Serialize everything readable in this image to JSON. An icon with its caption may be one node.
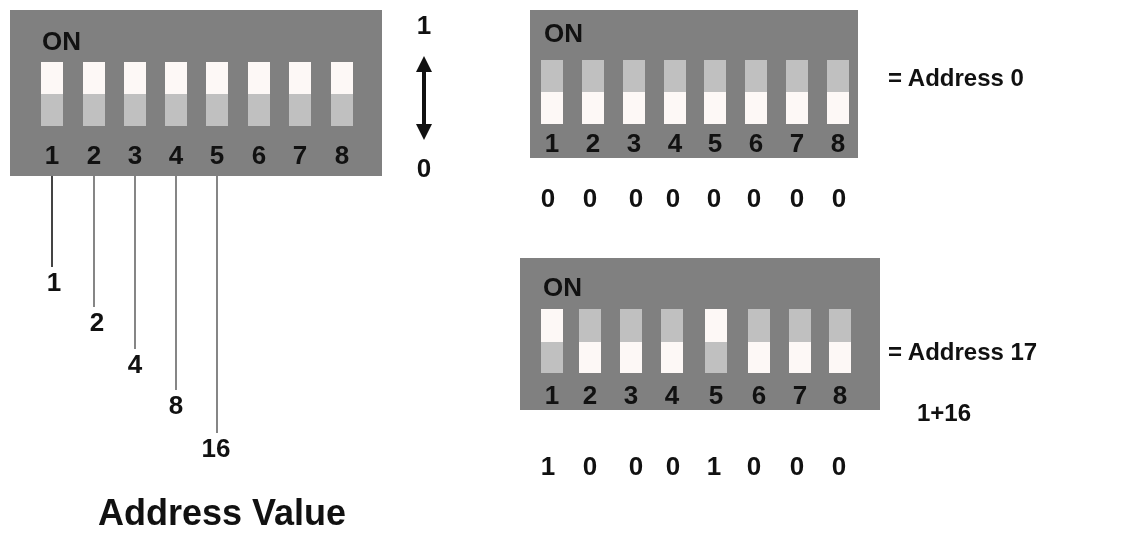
{
  "diagram": {
    "nodes": [
      {
        "text": [
          "ON"
        ]
      },
      {
        "text": [
          "1"
        ],
        "in": 0
      },
      {
        "text": [
          "2"
        ],
        "in": 0
      },
      {
        "text": [
          "3"
        ],
        "in": 0
      },
      {
        "text": [
          "4"
        ],
        "in": 0
      },
      {
        "text": [
          "5"
        ],
        "in": 0
      },
      {
        "text": [
          "6"
        ],
        "in": 0
      },
      {
        "text": [
          "7"
        ],
        "in": 0
      },
      {
        "text": [
          "8"
        ],
        "in": 0
      },
      {
        "text": [
          "1"
        ]
      },
      {
        "text": [
          "2"
        ]
      },
      {
        "text": [
          "4"
        ]
      },
      {
        "text": [
          "8"
        ]
      },
      {
        "text": [
          "16"
        ]
      },
      {
        "text": [
          "ON"
        ]
      },
      {
        "text": [
          "1"
        ],
        "in": 14
      },
      {
        "text": [
          "2"
        ],
        "in": 14
      },
      {
        "text": [
          "3"
        ],
        "in": 14
      },
      {
        "text": [
          "4"
        ],
        "in": 14
      },
      {
        "text": [
          "5"
        ],
        "in": 14
      },
      {
        "text": [
          "6"
        ],
        "in": 14
      },
      {
        "text": [
          "7"
        ],
        "in": 14
      },
      {
        "text": [
          "8"
        ],
        "in": 14
      },
      {
        "text": [
          "ON"
        ]
      },
      {
        "text": [
          "1"
        ],
        "in": 23
      },
      {
        "text": [
          "2"
        ],
        "in": 23
      },
      {
        "text": [
          "3"
        ],
        "in": 23
      },
      {
        "text": [
          "4"
        ],
        "in": 23
      },
      {
        "text": [
          "5"
        ],
        "in": 23
      },
      {
        "text": [
          "6"
        ],
        "in": 23
      },
      {
        "text": [
          "7"
        ],
        "in": 23
      },
      {
        "text": [
          "8"
        ],
        "in": 23
      }
    ],
    "edges": [
      {
        "from": 9,
        "to": 1,
        "arrow": "none"
      },
      {
        "from": 10,
        "to": 2,
        "arrow": "none"
      },
      {
        "from": 11,
        "to": 3,
        "arrow": "none"
      },
      {
        "from": 12,
        "to": 4,
        "arrow": "none"
      },
      {
        "from": 13,
        "to": 5,
        "arrow": "none"
      }
    ],
    "labels": [
      "1",
      "= Address 0",
      "0",
      "0",
      "0",
      "0",
      "0",
      "0",
      "0",
      "0",
      "0",
      "= Address 17",
      "1+16",
      "1",
      "0",
      "0",
      "0",
      "1",
      "0",
      "0",
      "0",
      "Address Value"
    ]
  }
}
